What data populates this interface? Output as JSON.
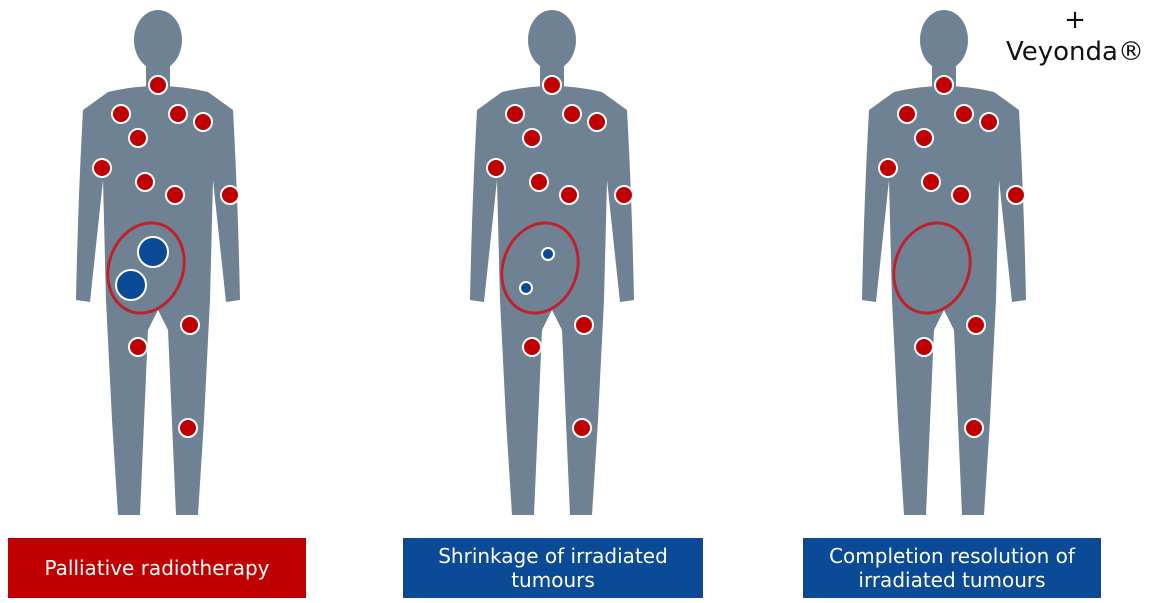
{
  "figures": [
    {
      "caption": "Palliative radiotherapy",
      "caption_color": "#c00000",
      "irradiated_state": "large"
    },
    {
      "caption": "Shrinkage of irradiated\ntumours",
      "caption_color": "#0b4a96",
      "irradiated_state": "small"
    },
    {
      "caption": "Completion resolution of\nirradiated tumours",
      "caption_color": "#0b4a96",
      "irradiated_state": "none"
    }
  ],
  "addon": {
    "plus": "+",
    "name": "Veyonda®"
  },
  "colors": {
    "body": "#6f8294",
    "metastasis": "#c00000",
    "irradiated_tumour": "#0b4a96",
    "irradiation_field": "#c0202a"
  }
}
